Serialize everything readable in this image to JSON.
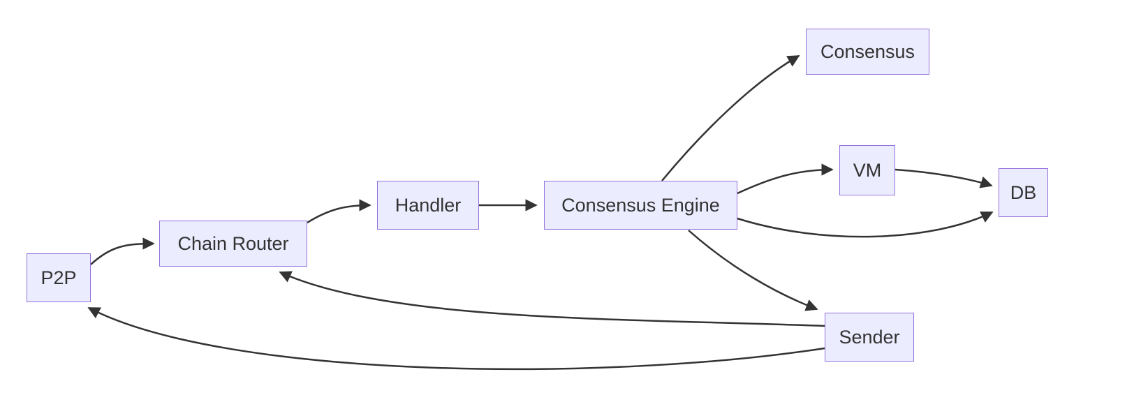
{
  "diagram": {
    "type": "flowchart",
    "direction": "left-to-right",
    "nodes": [
      {
        "id": "p2p",
        "label": "P2P"
      },
      {
        "id": "chain_router",
        "label": "Chain Router"
      },
      {
        "id": "handler",
        "label": "Handler"
      },
      {
        "id": "consensus_engine",
        "label": "Consensus Engine"
      },
      {
        "id": "consensus",
        "label": "Consensus"
      },
      {
        "id": "vm",
        "label": "VM"
      },
      {
        "id": "db",
        "label": "DB"
      },
      {
        "id": "sender",
        "label": "Sender"
      }
    ],
    "edges": [
      {
        "from": "P2P",
        "to": "Chain Router"
      },
      {
        "from": "Chain Router",
        "to": "Handler"
      },
      {
        "from": "Handler",
        "to": "Consensus Engine"
      },
      {
        "from": "Consensus Engine",
        "to": "Consensus"
      },
      {
        "from": "Consensus Engine",
        "to": "VM"
      },
      {
        "from": "VM",
        "to": "DB"
      },
      {
        "from": "Consensus Engine",
        "to": "DB"
      },
      {
        "from": "Consensus Engine",
        "to": "Sender"
      },
      {
        "from": "Sender",
        "to": "Chain Router"
      },
      {
        "from": "Sender",
        "to": "P2P"
      }
    ],
    "colors": {
      "node_fill": "#ECECFF",
      "node_border": "#9370DB",
      "edge": "#333333",
      "text": "#333333",
      "bg": "#ffffff"
    }
  }
}
